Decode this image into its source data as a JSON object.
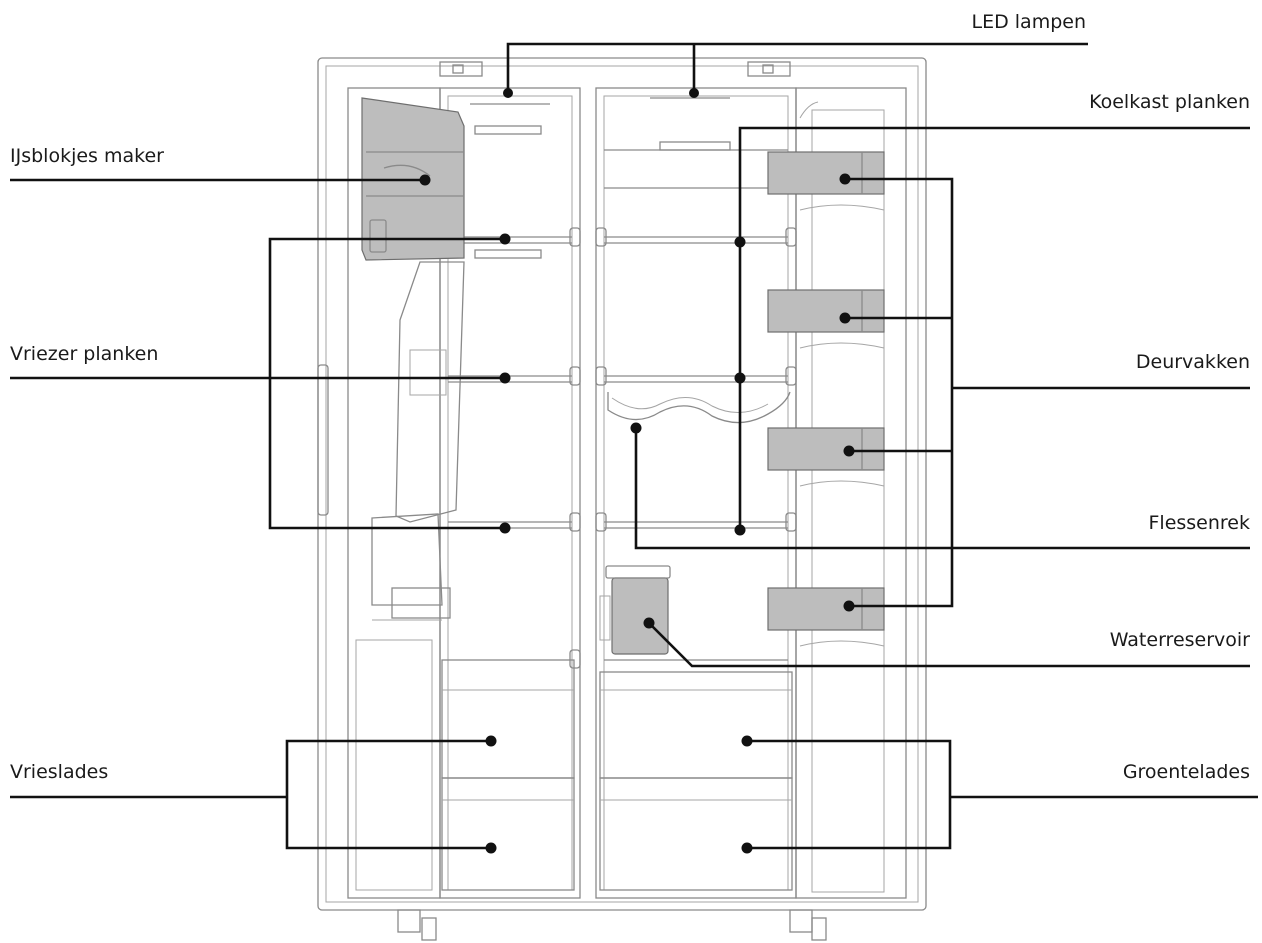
{
  "labels": {
    "led": "LED lampen",
    "koelkast_planken": "Koelkast planken",
    "ijsblokjes": "IJsblokjes maker",
    "vriezer_planken": "Vriezer planken",
    "deurvakken": "Deurvakken",
    "flessenrek": "Flessenrek",
    "waterreservoir": "Waterreservoir",
    "vrieslades": "Vrieslades",
    "groentelades": "Groentelades"
  },
  "colors": {
    "line": "#111111",
    "outline": "#8a8a8a",
    "shaded_part": "#bdbdbd"
  }
}
